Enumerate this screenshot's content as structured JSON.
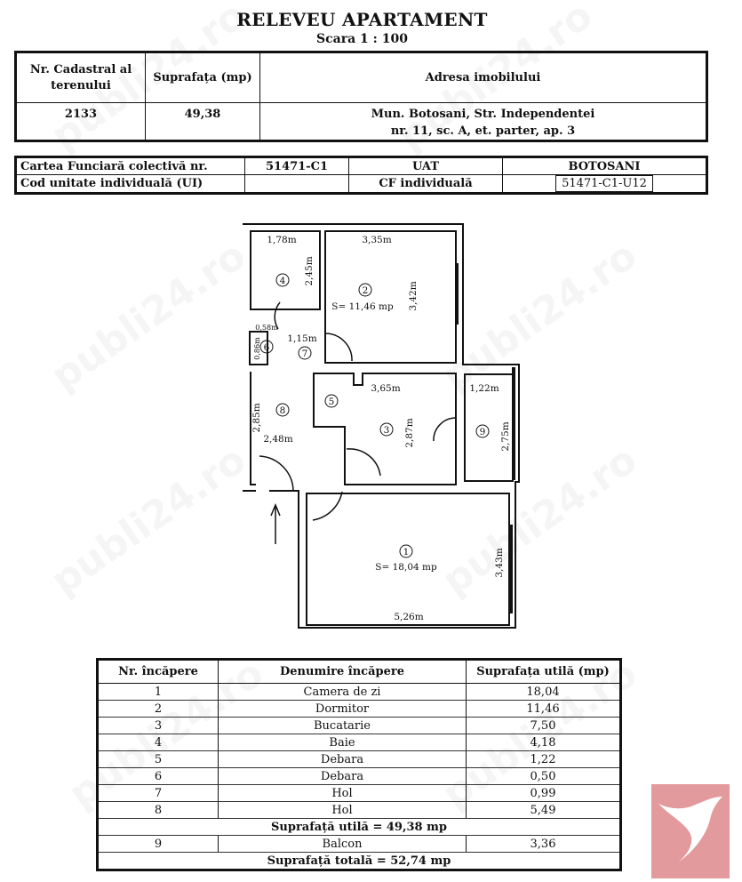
{
  "header": {
    "title": "RELEVEU APARTAMENT",
    "scale": "Scara 1 : 100"
  },
  "cadastral_table": {
    "headers": [
      "Nr. Cadastral al terenului",
      "Suprafața (mp)",
      "Adresa imobilului"
    ],
    "nr_cadastral": "2133",
    "suprafata": "49,38",
    "address_line1": "Mun. Botosani, Str. Independentei",
    "address_line2": "nr. 11, sc. A, et. parter, ap. 3"
  },
  "cf_table": {
    "cf_label": "Cartea Funciară colectivă nr.",
    "cf_value": "51471-C1",
    "uat_label": "UAT",
    "uat_value": "BOTOSANI",
    "ui_label": "Cod unitate individuală (UI)",
    "ui_value": "",
    "cf_ind_label": "CF individuală",
    "cf_ind_value": "51471-C1-U12"
  },
  "plan": {
    "dims": [
      "1,78m",
      "3,35m",
      "2,45m",
      "3,42m",
      "0,58m",
      "1,15m",
      "0,86m",
      "3,65m",
      "1,22m",
      "2,85m",
      "2,87m",
      "2,75m",
      "2,48m",
      "3,43m",
      "5,26m"
    ],
    "rooms": [
      "1",
      "2",
      "3",
      "4",
      "5",
      "6",
      "7",
      "8",
      "9"
    ],
    "area_room2": "S= 11,46 mp",
    "area_room1": "S= 18,04 mp"
  },
  "rooms_table": {
    "headers": [
      "Nr. încăpere",
      "Denumire încăpere",
      "Suprafața utilă (mp)"
    ],
    "rows": [
      {
        "nr": "1",
        "name": "Camera de zi",
        "area": "18,04"
      },
      {
        "nr": "2",
        "name": "Dormitor",
        "area": "11,46"
      },
      {
        "nr": "3",
        "name": "Bucatarie",
        "area": "7,50"
      },
      {
        "nr": "4",
        "name": "Baie",
        "area": "4,18"
      },
      {
        "nr": "5",
        "name": "Debara",
        "area": "1,22"
      },
      {
        "nr": "6",
        "name": "Debara",
        "area": "0,50"
      },
      {
        "nr": "7",
        "name": "Hol",
        "area": "0,99"
      },
      {
        "nr": "8",
        "name": "Hol",
        "area": "5,49"
      }
    ],
    "useful_total": "Suprafață utilă = 49,38 mp",
    "balcony": {
      "nr": "9",
      "name": "Balcon",
      "area": "3,36"
    },
    "grand_total": "Suprafață totală = 52,74 mp"
  },
  "watermark": "publi24.ro",
  "colors": {
    "logo": "#e29a9d"
  }
}
